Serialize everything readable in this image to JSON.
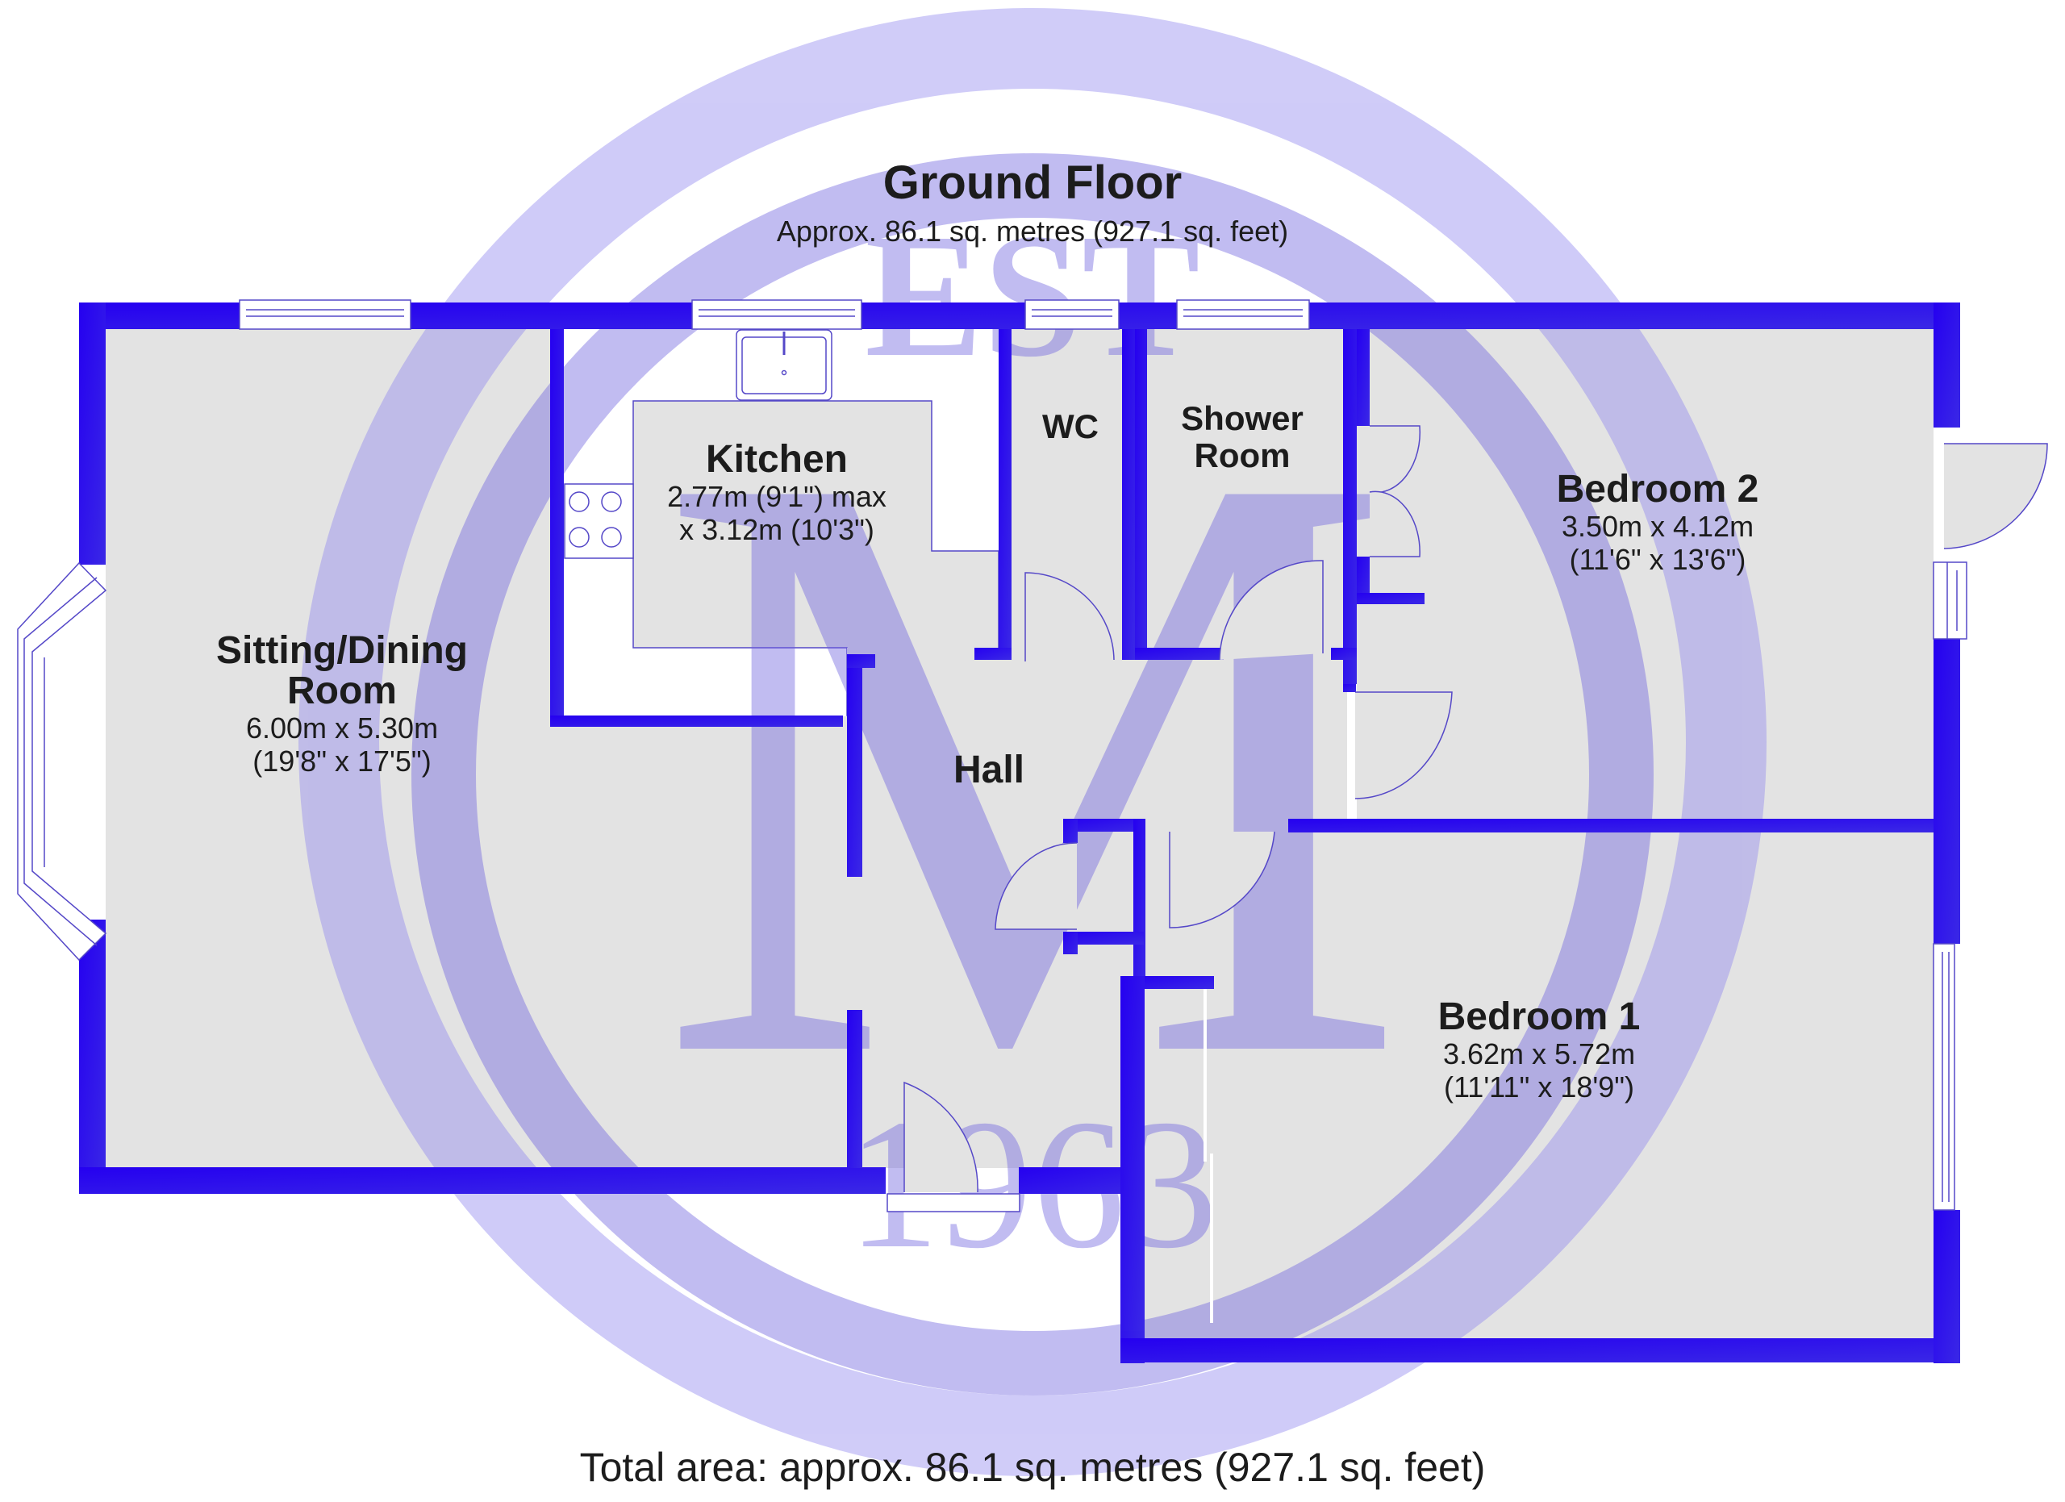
{
  "header": {
    "title": "Ground Floor",
    "subtitle": "Approx. 86.1 sq. metres (927.1 sq. feet)"
  },
  "footer": {
    "total_area": "Total area: approx. 86.1 sq. metres (927.1 sq. feet)"
  },
  "rooms": {
    "sitting": {
      "name_line1": "Sitting/Dining",
      "name_line2": "Room",
      "metric": "6.00m x 5.30m",
      "imperial": "(19'8\" x 17'5\")"
    },
    "kitchen": {
      "name": "Kitchen",
      "metric": "2.77m (9'1\") max",
      "imperial": "x 3.12m (10'3\")"
    },
    "wc": {
      "name": "WC"
    },
    "shower": {
      "name_line1": "Shower",
      "name_line2": "Room"
    },
    "bedroom2": {
      "name": "Bedroom 2",
      "metric": "3.50m x 4.12m",
      "imperial": "(11'6\" x 13'6\")"
    },
    "hall": {
      "name": "Hall"
    },
    "bedroom1": {
      "name": "Bedroom 1",
      "metric": "3.62m x 5.72m",
      "imperial": "(11'11\" x 18'9\")"
    }
  },
  "watermark": {
    "top_text": "EST",
    "letter": "M",
    "year": "1963"
  },
  "colors": {
    "wall": "#2f14f0",
    "floor": "#e3e3e3",
    "watermark": "#8a80e0",
    "fixture_line": "#5548c8"
  }
}
